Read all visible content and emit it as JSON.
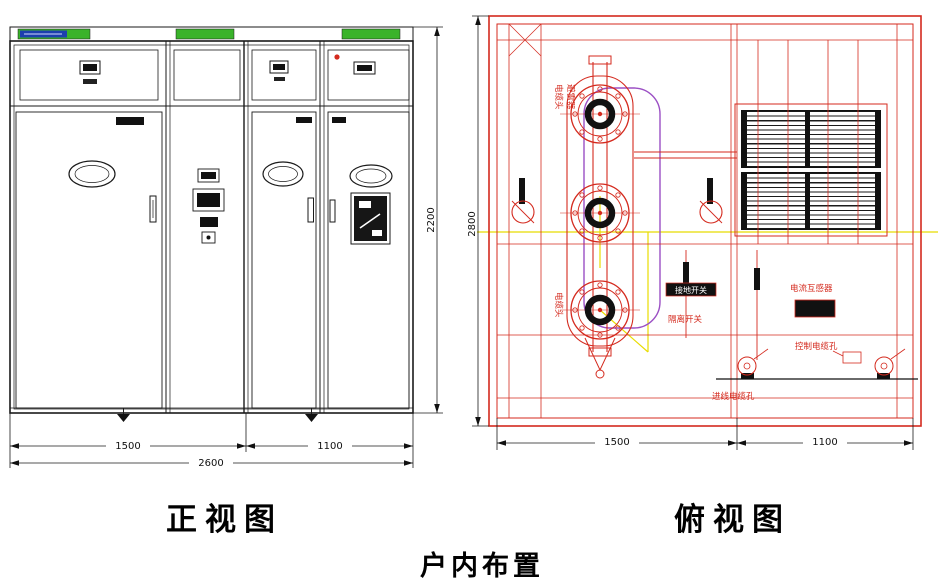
{
  "captions": {
    "front_view": "正视图",
    "top_view": "俯视图",
    "page_title": "户内布置"
  },
  "front_view": {
    "dims": {
      "width_left": "1500",
      "width_right": "1100",
      "width_total": "2600",
      "height": "2200"
    }
  },
  "top_view": {
    "dims": {
      "width_left": "1500",
      "width_right": "1100",
      "depth": "2800"
    },
    "labels": {
      "cable_head": "电缆头",
      "arrester": "避雷器",
      "current_transformer": "电流互感器",
      "earthing_switch": "接地开关",
      "disconnector": "隔离开关",
      "control_cable_hole": "控制电缆孔",
      "incoming_cable_hole": "进线电缆孔"
    }
  },
  "colors": {
    "line_black": "#1a1a1a",
    "drawing_red": "#d42a1e",
    "strip_green": "#3ab32a",
    "nameplate_blue": "#1d3fae",
    "centerline_yellow": "#e8dc00",
    "cable_purple": "#9b4fc4"
  }
}
